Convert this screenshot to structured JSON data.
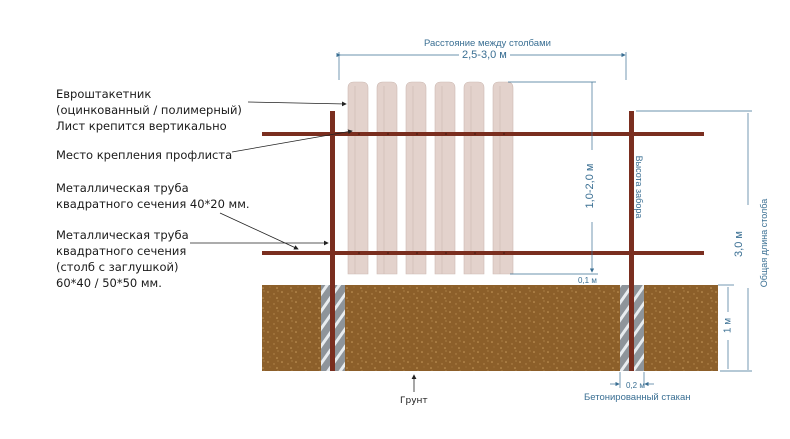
{
  "diagram": {
    "title": "Fence with euro picket construction scheme",
    "colors": {
      "post": "#7a2e1f",
      "picket": "#e3d2cc",
      "picket_edge": "#cdbab3",
      "soil": "#8c5f2a",
      "soil_speck": "#c79a5c",
      "concrete": "#8e949a",
      "concrete_stripe": "#e8ecef",
      "dimension": "#3a6f93",
      "leader": "#222222"
    },
    "labels": {
      "picket_line1": "Евроштакетник",
      "picket_line2": "(оцинкованный / полимерный)",
      "picket_line3": "Лист крепится вертикально",
      "attach_point": "Место крепления профлиста",
      "rail_line1": "Металлическая труба",
      "rail_line2": "квадратного сечения 40*20 мм.",
      "post_line1": "Металлическая труба",
      "post_line2": "квадратного сечения",
      "post_line3": "(столб с заглушкой)",
      "post_line4": "60*40 / 50*50 мм.",
      "ground": "Грунт",
      "concrete": "Бетонированный стакан"
    },
    "dimensions": {
      "post_spacing_caption": "Расстояние между столбами",
      "post_spacing_value": "2,5-3,0 м",
      "fence_height_value": "1,0-2,0 м",
      "fence_height_caption": "Высота забора",
      "ground_gap_value": "0,1 м",
      "post_length_value": "3,0 м",
      "post_length_caption": "Общая длина столба",
      "burial_depth_value": "1 м",
      "concrete_width_value": "0,2 м"
    },
    "picket_count": 6
  }
}
